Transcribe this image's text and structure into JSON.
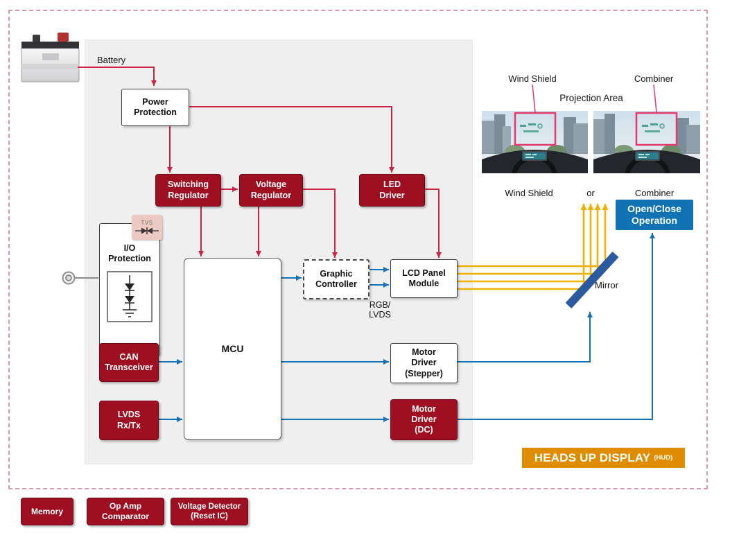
{
  "colors": {
    "block_red": "#9E0F22",
    "arrow_red": "#CC2442",
    "arrow_blue": "#1272B5",
    "arrow_yellow": "#F0B000",
    "accent_pink": "#E23A6E",
    "open_close_blue": "#1173B4",
    "hud_orange": "#DF8C00",
    "mirror_blue": "#2C5A9E"
  },
  "blocks": {
    "power_protection": "Power\nProtection",
    "switching_regulator": "Switching\nRegulator",
    "voltage_regulator": "Voltage\nRegulator",
    "led_driver": "LED\nDriver",
    "tvs": "TVS",
    "io_protection": "I/O\nProtection",
    "mcu": "MCU",
    "graphic_controller": "Graphic\nController",
    "lcd_panel_module": "LCD Panel\nModule",
    "can_transceiver": "CAN\nTransceiver",
    "lvds_rx_tx": "LVDS\nRx/Tx",
    "motor_driver_stepper": "Motor\nDriver\n(Stepper)",
    "motor_driver_dc": "Motor\nDriver\n(DC)",
    "open_close_operation": "Open/Close\nOperation"
  },
  "labels": {
    "battery": "Battery",
    "rgb_lvds": "RGB/\nLVDS",
    "wind_shield_top": "Wind Shield",
    "combiner_top": "Combiner",
    "projection_area": "Projection Area",
    "wind_shield_bottom": "Wind Shield",
    "or": "or",
    "combiner_bottom": "Combiner",
    "mirror": "Mirror"
  },
  "banner": {
    "title": "HEADS UP DISPLAY",
    "suffix": "(HUD)"
  },
  "bottom_blocks": {
    "memory": "Memory",
    "op_amp_comparator": "Op Amp\nComparator",
    "voltage_detector": "Voltage Detector\n(Reset IC)"
  }
}
